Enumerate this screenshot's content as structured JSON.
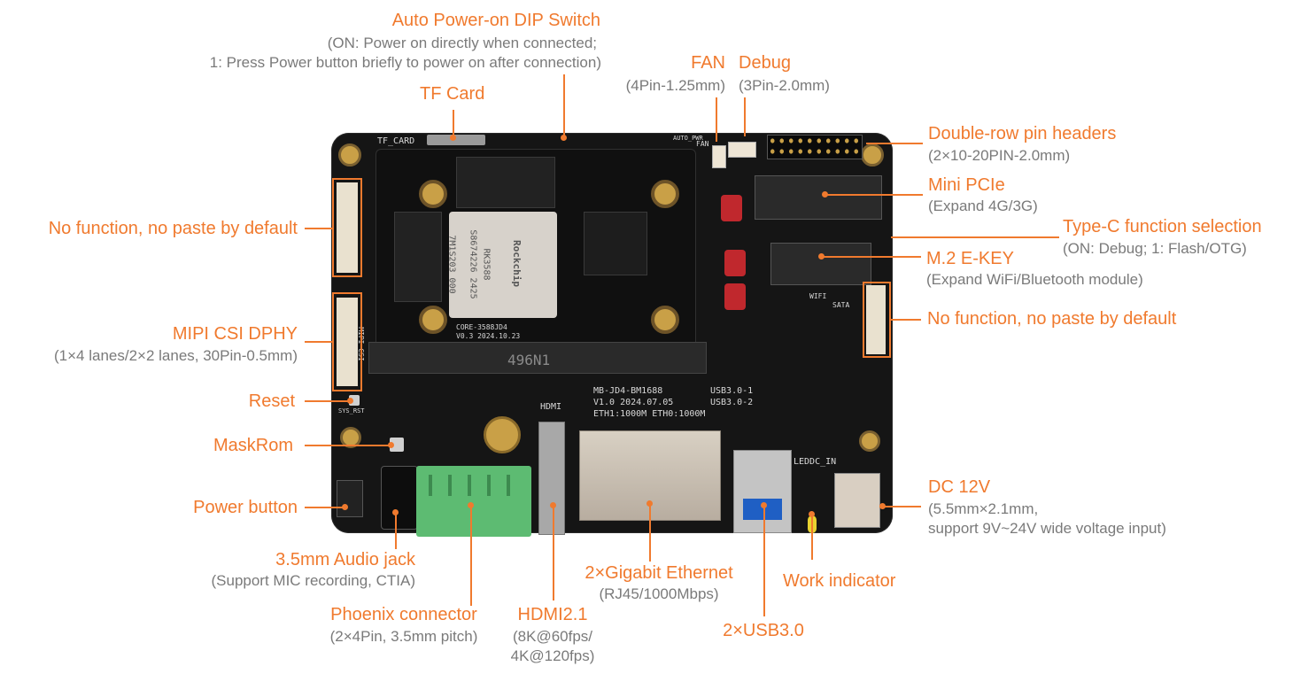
{
  "accent_color": "#f07a2e",
  "sub_color": "#7a7a7a",
  "labels": {
    "dip": {
      "title": "Auto Power-on DIP Switch",
      "sub1": "(ON: Power on directly when connected;",
      "sub2": "1: Press Power button briefly to power on after connection)"
    },
    "tf": {
      "title": "TF Card"
    },
    "fan": {
      "title": "FAN",
      "sub": "(4Pin-1.25mm)"
    },
    "debug": {
      "title": "Debug",
      "sub": "(3Pin-2.0mm)"
    },
    "pinheader": {
      "title": "Double-row pin headers",
      "sub": "(2×10-20PIN-2.0mm)"
    },
    "minipcie": {
      "title": "Mini PCIe",
      "sub": "(Expand 4G/3G)"
    },
    "typec": {
      "title": "Type-C function selection",
      "sub": "(ON: Debug; 1: Flash/OTG)"
    },
    "m2": {
      "title": "M.2 E-KEY",
      "sub": "(Expand WiFi/Bluetooth module)"
    },
    "nofunc_right": {
      "title": "No function, no paste by default"
    },
    "nofunc_left": {
      "title": "No function, no paste by default"
    },
    "mipi": {
      "title": "MIPI CSI DPHY",
      "sub": "(1×4 lanes/2×2 lanes, 30Pin-0.5mm)"
    },
    "reset": {
      "title": "Reset"
    },
    "maskrom": {
      "title": "MaskRom"
    },
    "power": {
      "title": "Power button"
    },
    "audio": {
      "title": "3.5mm Audio jack",
      "sub": "(Support MIC recording, CTIA)"
    },
    "phoenix": {
      "title": "Phoenix connector",
      "sub": "(2×4Pin, 3.5mm pitch)"
    },
    "hdmi": {
      "title": "HDMI2.1",
      "sub1": "(8K@60fps/",
      "sub2": "4K@120fps)"
    },
    "ethernet": {
      "title": "2×Gigabit Ethernet",
      "sub": "(RJ45/1000Mbps)"
    },
    "usb": {
      "title": "2×USB3.0"
    },
    "work": {
      "title": "Work indicator"
    },
    "dc": {
      "title": "DC 12V",
      "sub1": "(5.5mm×2.1mm,",
      "sub2": "support 9V~24V wide voltage input)"
    }
  },
  "silkscreen": {
    "tf_card": "TF_CARD",
    "soc_brand": "Rockchip",
    "soc_model": "RK3588",
    "soc_code": "S8674226 2425",
    "soc_code2": "7M1S203 000",
    "core_name": "CORE-3588JD4",
    "core_ver": "V0.3 2024.10.23",
    "slot": "496N1",
    "board_name": "MB-JD4-BM1688",
    "board_ver": "V1.0 2024.07.05",
    "eth_labels": "ETH1:1000M ETH0:1000M",
    "usb1": "USB3.0-1",
    "usb2": "USB3.0-2",
    "hdmi": "HDMI",
    "led_dc": "LEDDC_IN",
    "wifi": "WIFI",
    "sata": "SATA",
    "fan": "FAN",
    "auto_power": "AUTO_PWR",
    "sys_rst": "SYS_RST",
    "mipi_csi": "MIPI_CSI"
  }
}
